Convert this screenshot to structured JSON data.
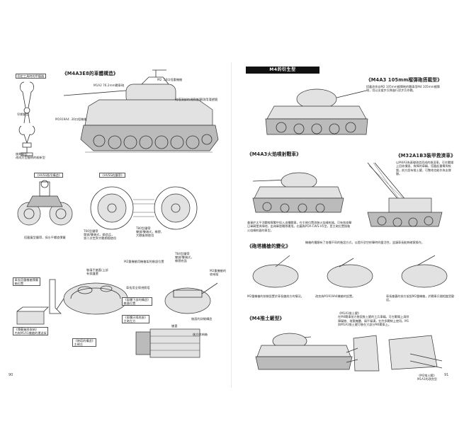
{
  "left_page": {
    "page_number": "90",
    "main_title": "《M4A3E8的車體構造》",
    "labels": {
      "grouser_holder": "固定工具時的甲握器",
      "early_type": "早期類型",
      "late_type": "後期類型\n改成方型握柄的較新型",
      "gun_mount": "M1A2 76.2mm戰車砲",
      "m2_mg": "M2 .50口徑重機槍",
      "vision_block": "砲塔頂部的視察艙/觀測用潛望鏡",
      "coax_mg": "M1919A4 .30口徑機槍",
      "hvss_suspension": "《HVSS懸吊構造》",
      "hvss_track": "《HVSS的履帶》",
      "hvss_note": "搭載寬型履帶，採水平螺旋彈簧",
      "t66_track": "T66型履帶\n單銷/雙端式，鋼造品，\n第二次世界大戰期間使用",
      "t80_track": "T80型履帶\n雙銷/雙端式，橡膠，\n大戰後期使用",
      "t84_track": "T84型履帶\n雙銷/雙端式，\n橡膠底面",
      "turret_m2_stowage": "M2重機槍用機槍架的裝設位置",
      "loader_hatch": "裝填手艙蓋/上部\n有保護罩",
      "commander_hatch": "車長用全周視察塔",
      "m2_stowage": "M2重機槍的\n收納架",
      "ammo_box_side": "車長用重機槍彈藥\n箱位置",
      "ammo_box": "《彈藥箱與收納》\n內有M1A1機槍的運送架",
      "smoke_mortar": "《車體下部的構造》\n艙蓋位置",
      "antenna": "《車體天線底座》\n主砲左方",
      "turret_bustle": "《砲塔的構造》\n主砲左",
      "rear_hatch": "艙蓋",
      "stowage_box": "後方收納箱",
      "rear_detail": "後面的詳細構造"
    }
  },
  "right_page": {
    "page_number": "91",
    "header": "M4的衍生型",
    "m4a3_105_title": "《M4A3 105mm榴彈砲搭載型》",
    "m4a3_105_text": "搭載改良自M2 105mm榴彈砲的戰車用M4 105mm榴彈砲，用以支援步兵隊進行對步兵作戰。",
    "flame_title": "《M4A3火焰噴射戰車》",
    "flame_text": "美軍於太平洋戰線實戰中投入這種戰車，在主砲位置改裝火焰噴射器，可有效攻擊日軍碉堡與陣地，由海軍陸戰隊運用。右圖為POA-CWS-H5型，是主砲位置換裝火焰噴射器的車型。",
    "recovery_title": "《M32A1B3裝甲救濟車》",
    "recovery_text": "以M4A3為基礎改造而成的救濟車，可在戰場上回收損毀、故障的車輛。搭載起重臂與絞盤，前方設有推土鏟，可整地也能作為支撐腳。",
    "turret_change_title": "《砲塔機槍的變化》",
    "turret_change_text": "機槍的種類有了各種不同的裝設方式，以提升對空射擊時的靈活性，並讓車長能夠確實操作。",
    "mg_caption_1": "M2重機槍的前裝設置於車長艙前方的情況。",
    "mg_caption_2": "改良為M1919A4機槍的設置。",
    "mg_caption_3": "車長艙蓋的前方架設M2重機槍，於戰車兵間相當受歡迎。",
    "dozer_title": "《M4推土鏟型》",
    "dozer_text": "《M1A1推土鏟》\n在M4戰車前方裝設推土鏟的工兵車輛。可在戰場上清除障礙物、堆築掩體、填平壕溝，在許多戰線上使用。M1與M1A1推土鏟可裝在大部分M4戰車上。",
    "dozer_small": "《M2推土鏟》\nM1A1的改良型"
  }
}
